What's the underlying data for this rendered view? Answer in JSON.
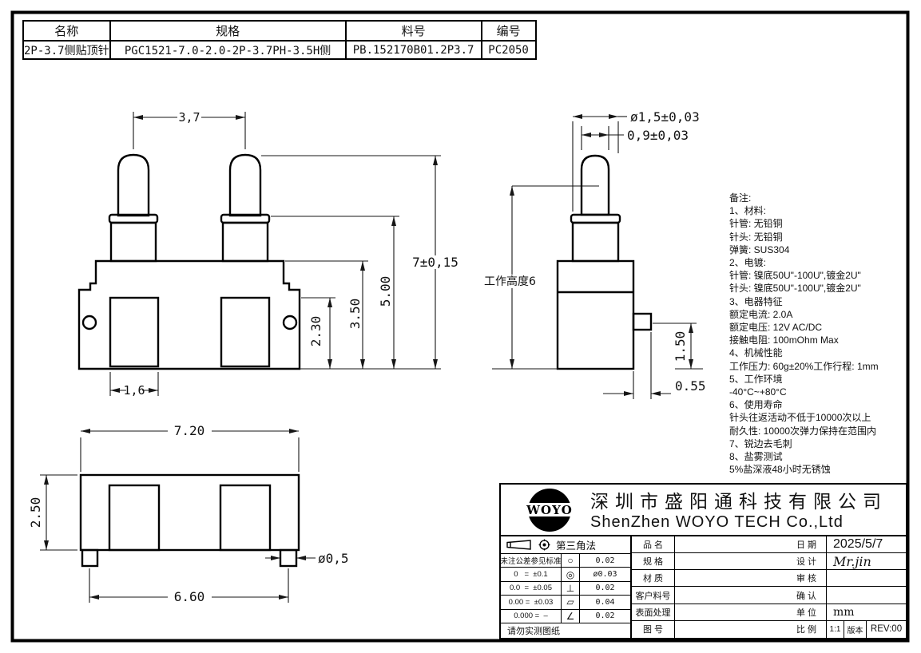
{
  "header_table": {
    "headers": [
      "名称",
      "规格",
      "料号",
      "编号"
    ],
    "values": [
      "2P-3.7侧贴顶针",
      "PGC1521-7.0-2.0-2P-3.7PH-3.5H侧",
      "PB.152170B01.2P3.7",
      "PC2050"
    ]
  },
  "front_view": {
    "dim_pitch": "3,7",
    "dim_window": "1,6",
    "dim_h_230": "2.30",
    "dim_h_350": "3.50",
    "dim_h_500": "5.00",
    "dim_total": "7±0,15"
  },
  "side_view": {
    "dim_tube_dia": "ø1,5±0,03",
    "dim_plunger_dia": "0,9±0,03",
    "working_height": "工作高度6",
    "dim_tab_height": "1.50",
    "dim_tab_offset": "0.55"
  },
  "bottom_view": {
    "dim_width": "7.20",
    "dim_depth": "2.50",
    "dim_pitch": "6.60",
    "dim_foot_dia": "ø0,5"
  },
  "notes": {
    "lines": [
      "备注:",
      "1、材料:",
      "针管: 无铅铜",
      "针头: 无铅铜",
      "弹簧: SUS304",
      "2、电镀:",
      "针管: 镍底50U\"-100U\",镀金2U\"",
      "针头: 镍底50U\"-100U\",镀金2U\"",
      "3、电器特征",
      "额定电流: 2.0A",
      "额定电压: 12V AC/DC",
      "接触电阻: 100mOhm Max",
      "4、机械性能",
      "工作压力: 60g±20%工作行程: 1mm",
      "5、工作环境",
      "-40°C~+80°C",
      "6、使用寿命",
      "针头往返活动不低于10000次以上",
      "耐久性: 10000次弹力保持在范围内",
      "7、锐边去毛刺",
      "8、盐雾测试",
      "5%盐深液48小时无锈蚀"
    ]
  },
  "title_block": {
    "logo_text": "WOYO",
    "company_cn": "深圳市盛阳通科技有限公司",
    "company_en": "ShenZhen  WOYO TECH  Co.,Ltd",
    "projection_label": "第三角法",
    "tolerance_rows": [
      {
        "tol": "未注公差参见标准",
        "sym": "○",
        "val": "0.02"
      },
      {
        "tol": "0   =  ±0.1",
        "sym": "◎",
        "val": "ø0.03"
      },
      {
        "tol": "0.0  =  ±0.05",
        "sym": "⊥",
        "val": "0.02"
      },
      {
        "tol": "0.00 =  ±0.03",
        "sym": "▱",
        "val": "0.04"
      },
      {
        "tol": "0.000 =  –",
        "sym": "∠",
        "val": "0.02"
      }
    ],
    "drawing_note": "请勿实测图纸",
    "fields": [
      {
        "label": "品 名",
        "value": ""
      },
      {
        "label": "规 格",
        "value": ""
      },
      {
        "label": "材 质",
        "value": ""
      },
      {
        "label": "客户料号",
        "value": ""
      },
      {
        "label": "表面处理",
        "value": ""
      },
      {
        "label": "图 号",
        "value": ""
      }
    ],
    "meta": [
      {
        "label": "日 期",
        "value": "2025/5/7"
      },
      {
        "label": "设 计",
        "value": "Mr.jin"
      },
      {
        "label": "审 核",
        "value": ""
      },
      {
        "label": "确 认",
        "value": ""
      },
      {
        "label": "单 位",
        "value": "mm"
      },
      {
        "label": "比 例",
        "value": "1:1",
        "extra_label": "版本",
        "extra_value": "REV:00"
      }
    ]
  }
}
